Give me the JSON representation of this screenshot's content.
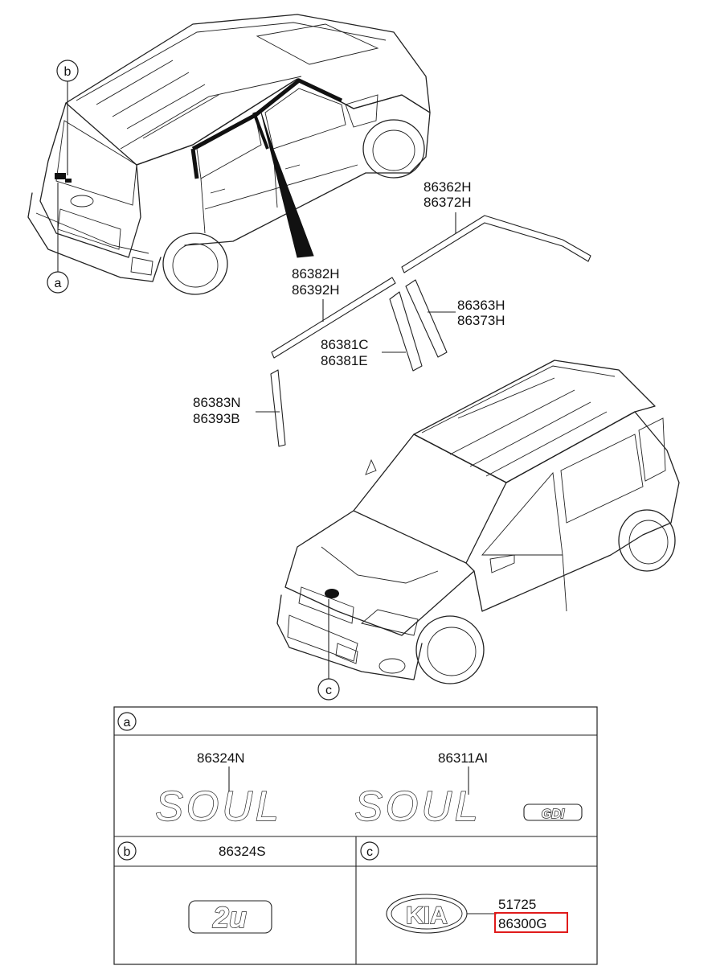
{
  "callouts": {
    "a": "a",
    "b": "b",
    "c": "c"
  },
  "part_numbers": {
    "roof_molding": [
      "86362H",
      "86372H"
    ],
    "front_door_frame": [
      "86382H",
      "86392H"
    ],
    "rear_pillar": [
      "86363H",
      "86373H"
    ],
    "center_pillar": [
      "86381C",
      "86381E"
    ],
    "front_pillar": [
      "86383N",
      "86393B"
    ]
  },
  "table": {
    "section_a": {
      "label": "a",
      "items": [
        {
          "part_no": "86324N",
          "emblem_text": "SOUL"
        },
        {
          "part_no": "86311AI",
          "emblem_text": "SOUL",
          "sub_badge": "GDI"
        }
      ]
    },
    "section_b": {
      "label": "b",
      "part_no": "86324S",
      "emblem_text": "2u"
    },
    "section_c": {
      "label": "c",
      "part_no_1": "51725",
      "part_no_2": "86300G",
      "emblem_text": "KIA"
    }
  },
  "colors": {
    "line": "#222222",
    "highlight": "#e01b1b",
    "background": "#ffffff"
  }
}
